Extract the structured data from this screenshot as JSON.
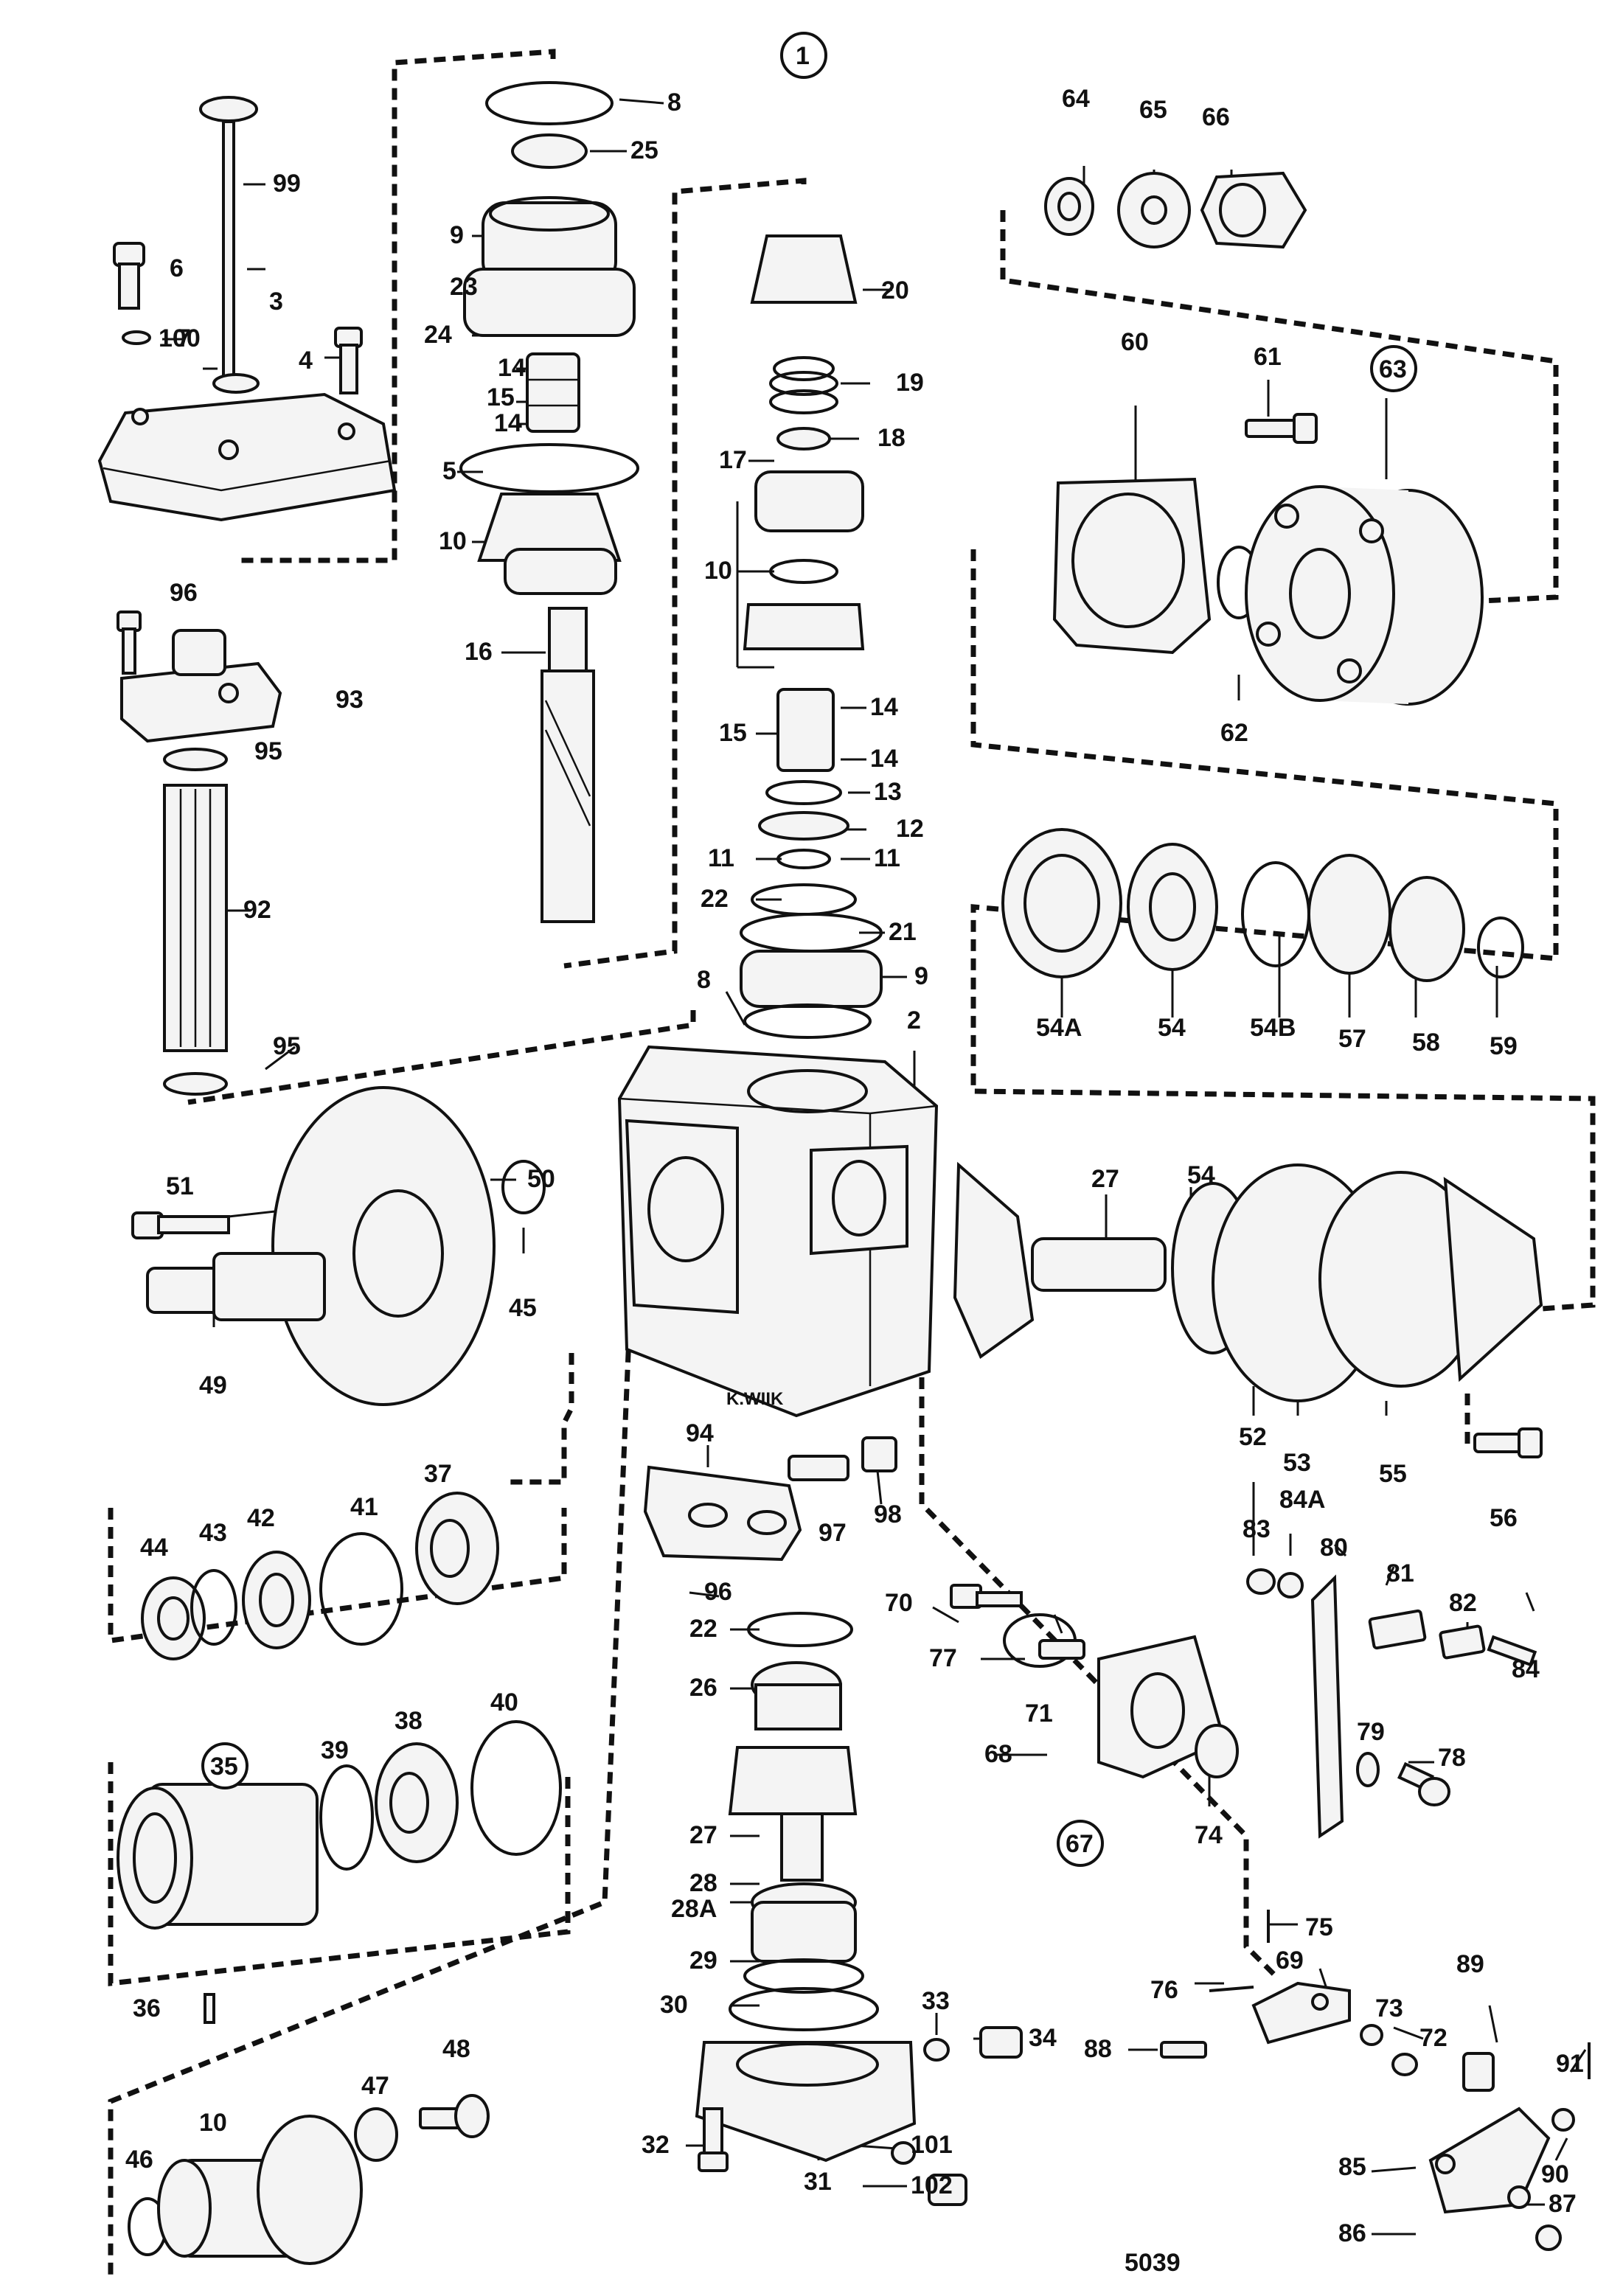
{
  "circled_labels": [
    "1",
    "35",
    "63",
    "67"
  ],
  "drawing_number": "5039",
  "casting_mark": "K.WIIK",
  "labels": [
    "2",
    "3",
    "4",
    "5",
    "6",
    "7",
    "8",
    "9",
    "10",
    "11",
    "12",
    "13",
    "14",
    "15",
    "16",
    "17",
    "18",
    "19",
    "20",
    "21",
    "22",
    "23",
    "24",
    "25",
    "26",
    "27",
    "28",
    "28A",
    "29",
    "30",
    "31",
    "32",
    "33",
    "34",
    "36",
    "37",
    "38",
    "39",
    "40",
    "41",
    "42",
    "43",
    "44",
    "45",
    "46",
    "47",
    "48",
    "49",
    "50",
    "51",
    "52",
    "53",
    "54",
    "54A",
    "54B",
    "55",
    "56",
    "57",
    "58",
    "59",
    "60",
    "61",
    "62",
    "64",
    "65",
    "66",
    "68",
    "69",
    "70",
    "71",
    "72",
    "73",
    "74",
    "75",
    "76",
    "77",
    "78",
    "79",
    "80",
    "81",
    "82",
    "83",
    "84",
    "84A",
    "85",
    "86",
    "87",
    "88",
    "89",
    "90",
    "91",
    "92",
    "93",
    "94",
    "95",
    "96",
    "97",
    "98",
    "99",
    "100",
    "101",
    "102"
  ]
}
